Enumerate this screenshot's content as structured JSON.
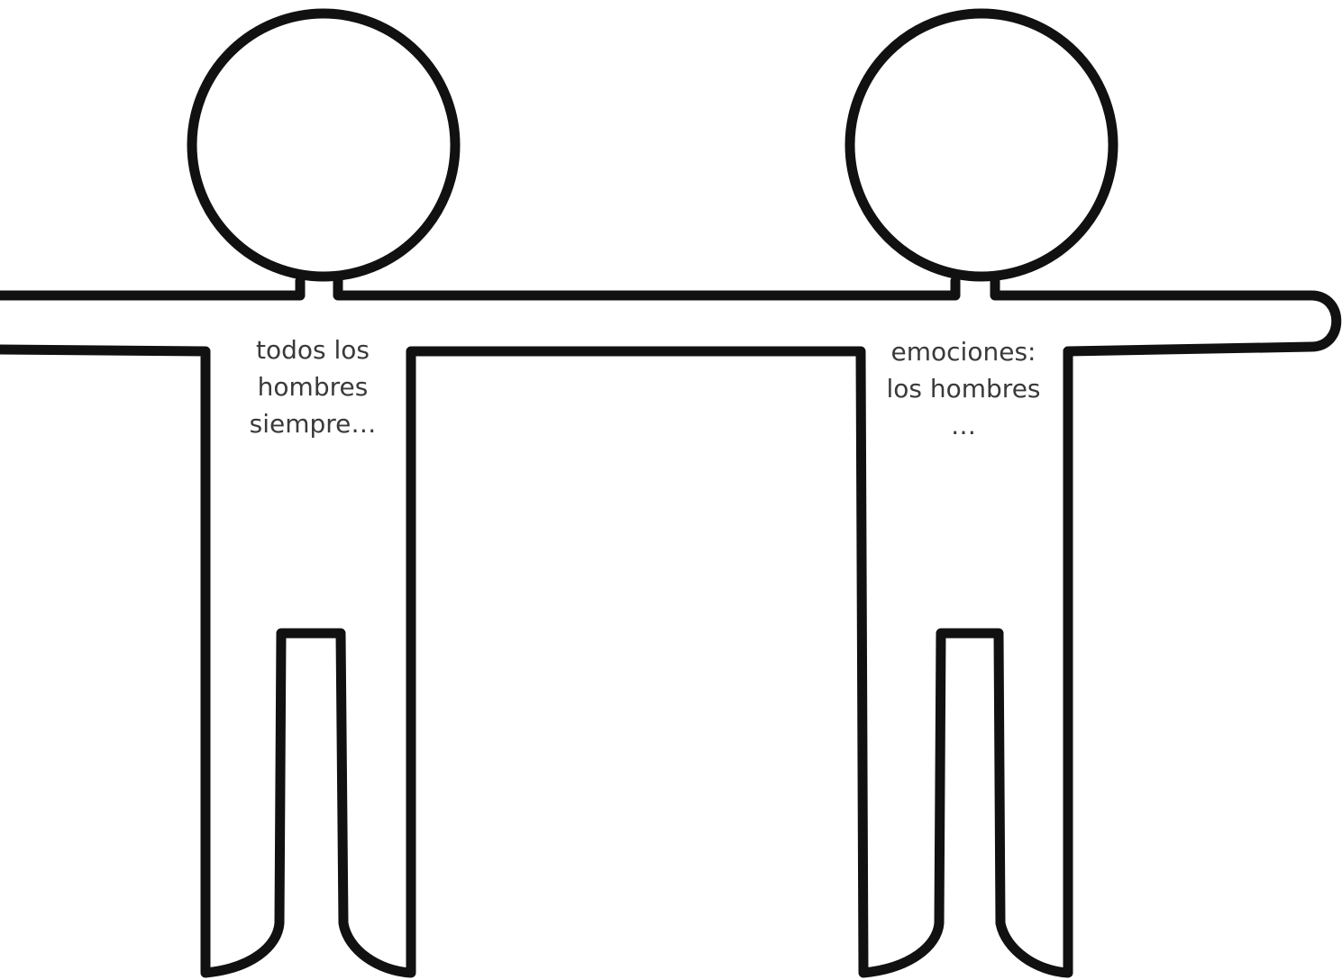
{
  "figures": [
    {
      "id": "left",
      "lines": [
        "todos los",
        "hombres",
        "siempre…"
      ]
    },
    {
      "id": "right",
      "lines": [
        "emociones:",
        "los hombres",
        "…"
      ]
    }
  ],
  "colors": {
    "outline": "#111111",
    "text": "#3a3a3a",
    "background": "#ffffff"
  }
}
